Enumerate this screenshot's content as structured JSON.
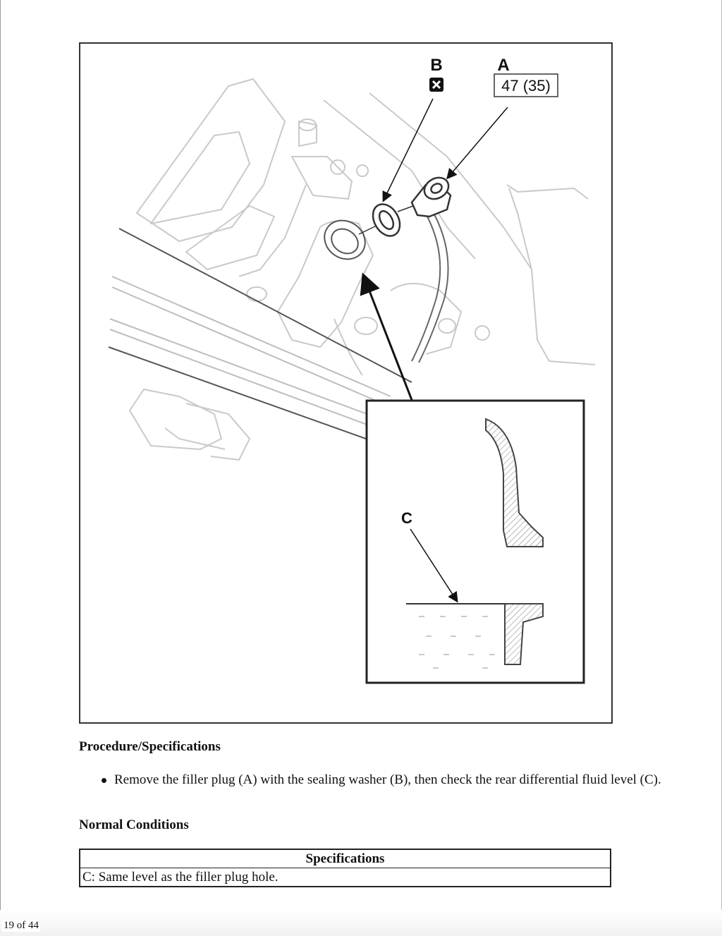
{
  "figure": {
    "callouts": {
      "a": {
        "letter": "A",
        "torque": "47 (35)"
      },
      "b": {
        "letter": "B"
      },
      "c": {
        "letter": "C"
      }
    }
  },
  "sections": {
    "procedure_title": "Procedure/Specifications",
    "procedure_steps": [
      "Remove the filler plug (A) with the sealing washer (B), then check the rear differential fluid level (C)."
    ],
    "normal_title": "Normal Conditions"
  },
  "spec_table": {
    "header": "Specifications",
    "rows": [
      "C: Same level as the filler plug hole."
    ]
  },
  "footer": {
    "page_counter": "19 of 44"
  },
  "icons": [
    "replace-part-icon",
    "arrow-icon"
  ]
}
